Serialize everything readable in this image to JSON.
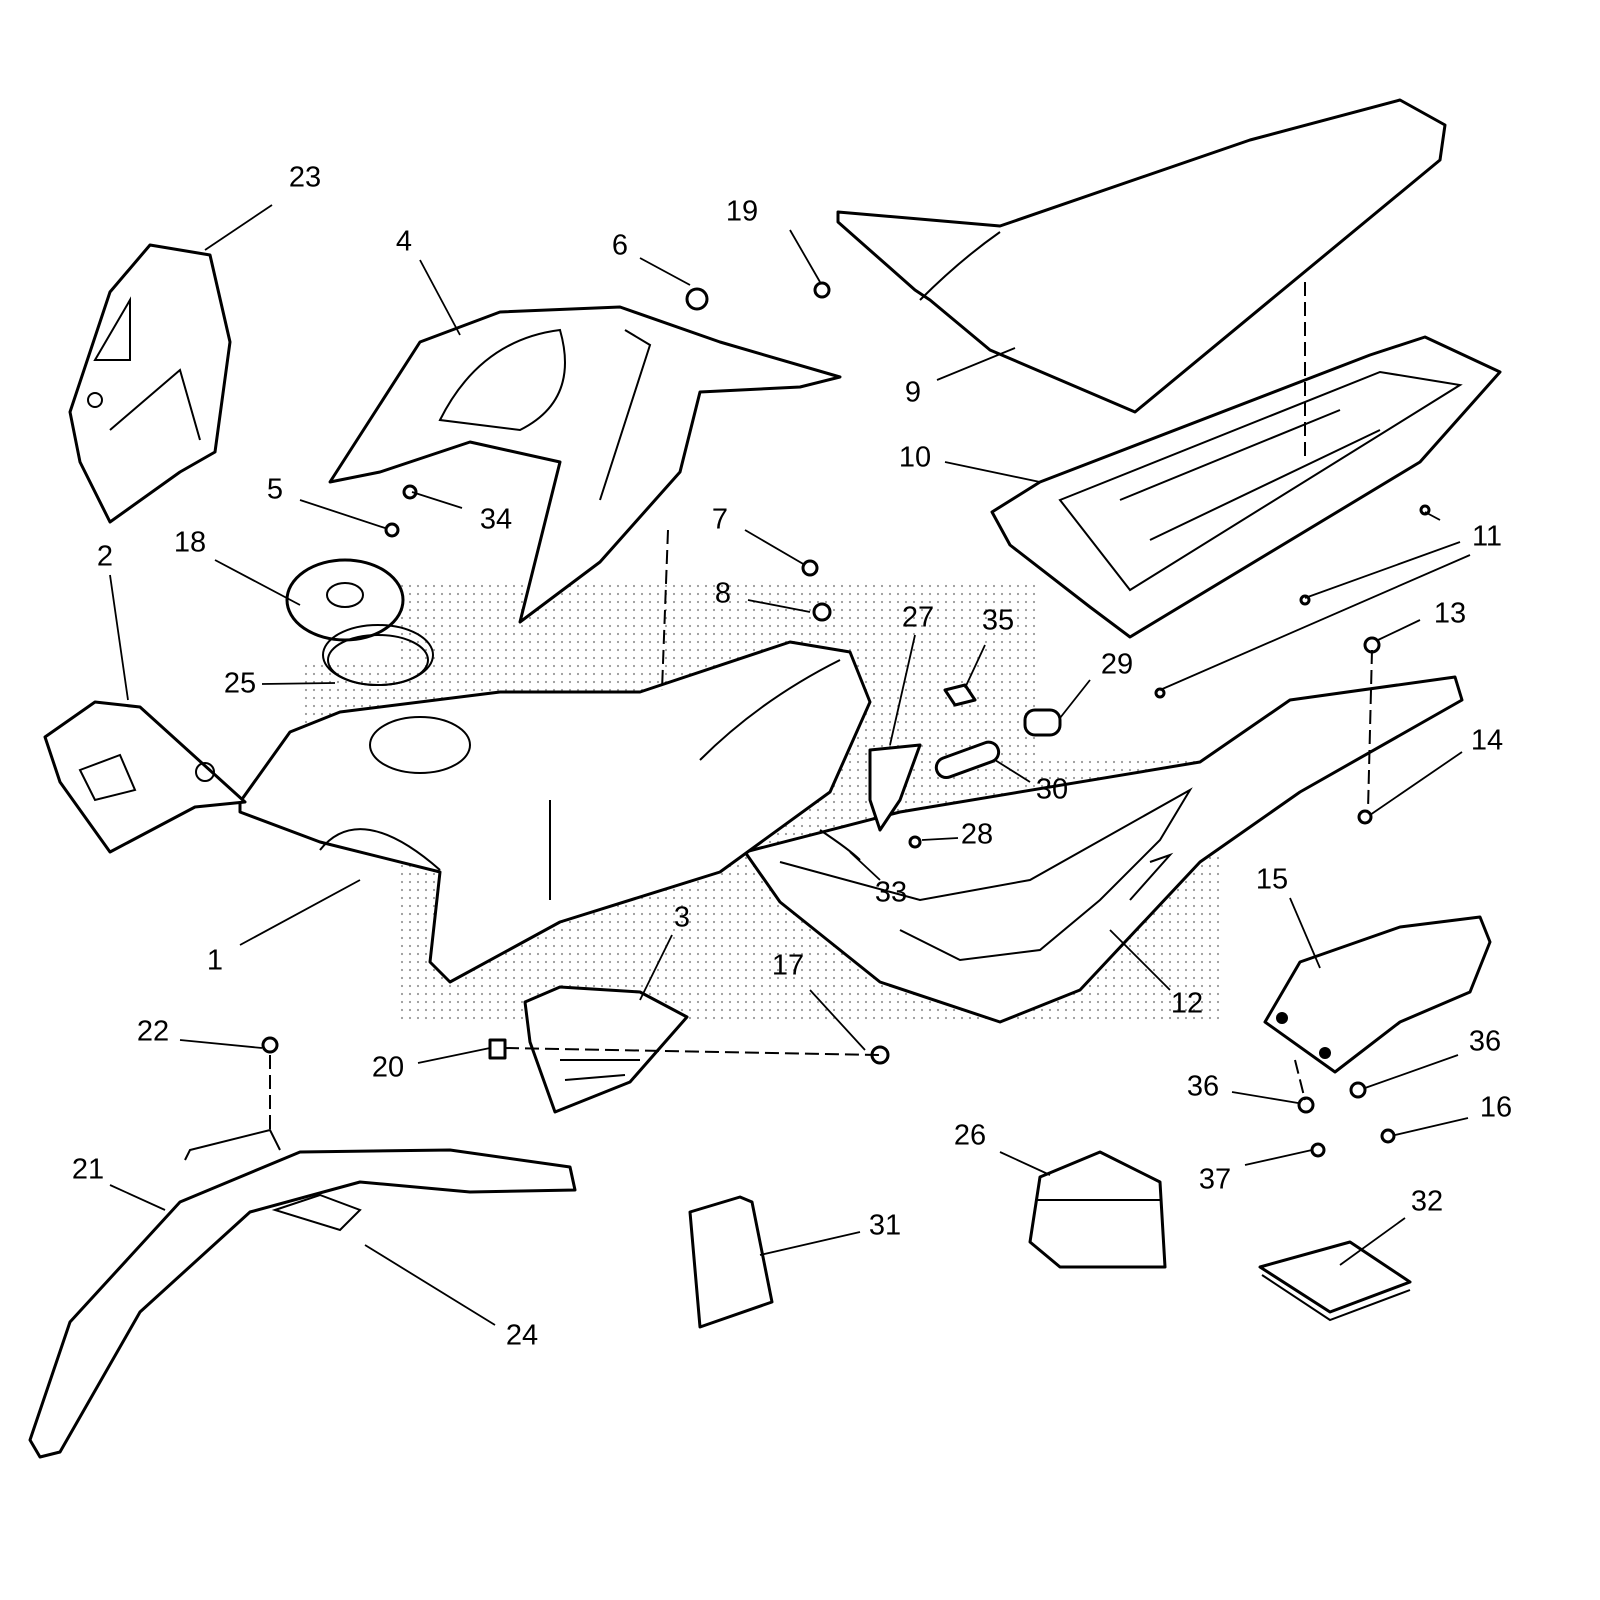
{
  "diagram": {
    "type": "exploded-parts-diagram",
    "callouts": [
      "23",
      "4",
      "6",
      "19",
      "9",
      "10",
      "11",
      "5",
      "34",
      "7",
      "8",
      "18",
      "2",
      "27",
      "35",
      "13",
      "29",
      "25",
      "30",
      "14",
      "28",
      "33",
      "1",
      "3",
      "15",
      "12",
      "17",
      "22",
      "20",
      "36",
      "36",
      "16",
      "21",
      "26",
      "37",
      "32",
      "31",
      "24"
    ]
  }
}
